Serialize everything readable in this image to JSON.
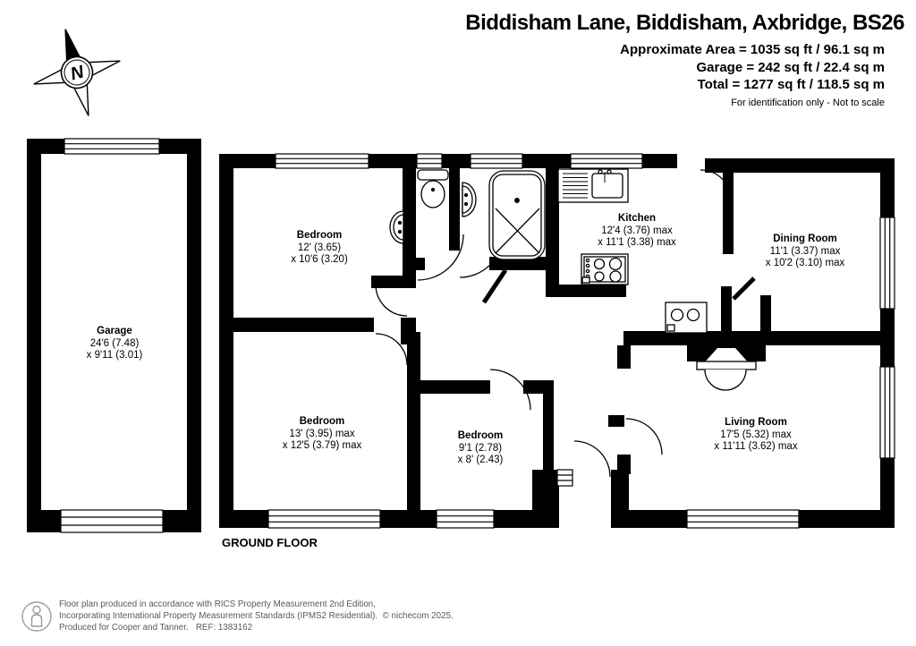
{
  "header": {
    "title": "Biddisham Lane, Biddisham, Axbridge, BS26",
    "area_lines": [
      "Approximate Area = 1035 sq ft / 96.1 sq m",
      "Garage = 242 sq ft / 22.4 sq m",
      "Total = 1277 sq ft / 118.5 sq m"
    ],
    "disclaimer": "For identification only - Not to scale"
  },
  "compass": {
    "label": "N"
  },
  "floor_label": "GROUND FLOOR",
  "rooms": [
    {
      "name": "Garage",
      "dim1": "24'6 (7.48)",
      "dim2": "x 9'11 (3.01)"
    },
    {
      "name": "Bedroom",
      "dim1": "12' (3.65)",
      "dim2": "x 10'6 (3.20)"
    },
    {
      "name": "Kitchen",
      "dim1": "12'4 (3.76) max",
      "dim2": "x 11'1 (3.38) max"
    },
    {
      "name": "Dining Room",
      "dim1": "11'1 (3.37) max",
      "dim2": "x 10'2 (3.10) max"
    },
    {
      "name": "Bedroom",
      "dim1": "13' (3.95) max",
      "dim2": "x 12'5 (3.79) max"
    },
    {
      "name": "Bedroom",
      "dim1": "9'1 (2.78)",
      "dim2": "x 8' (2.43)"
    },
    {
      "name": "Living Room",
      "dim1": "17'5 (5.32) max",
      "dim2": "x 11'11 (3.62) max"
    }
  ],
  "footer": {
    "line1": "Floor plan produced in accordance with RICS Property Measurement 2nd Edition,",
    "line2": "Incorporating International Property Measurement Standards (IPMS2 Residential).  © nichecom 2025.",
    "line3": "Produced for Cooper and Tanner.   REF: 1383162"
  },
  "colors": {
    "wall": "#000000",
    "text": "#000000",
    "footer_text": "#58595b"
  }
}
